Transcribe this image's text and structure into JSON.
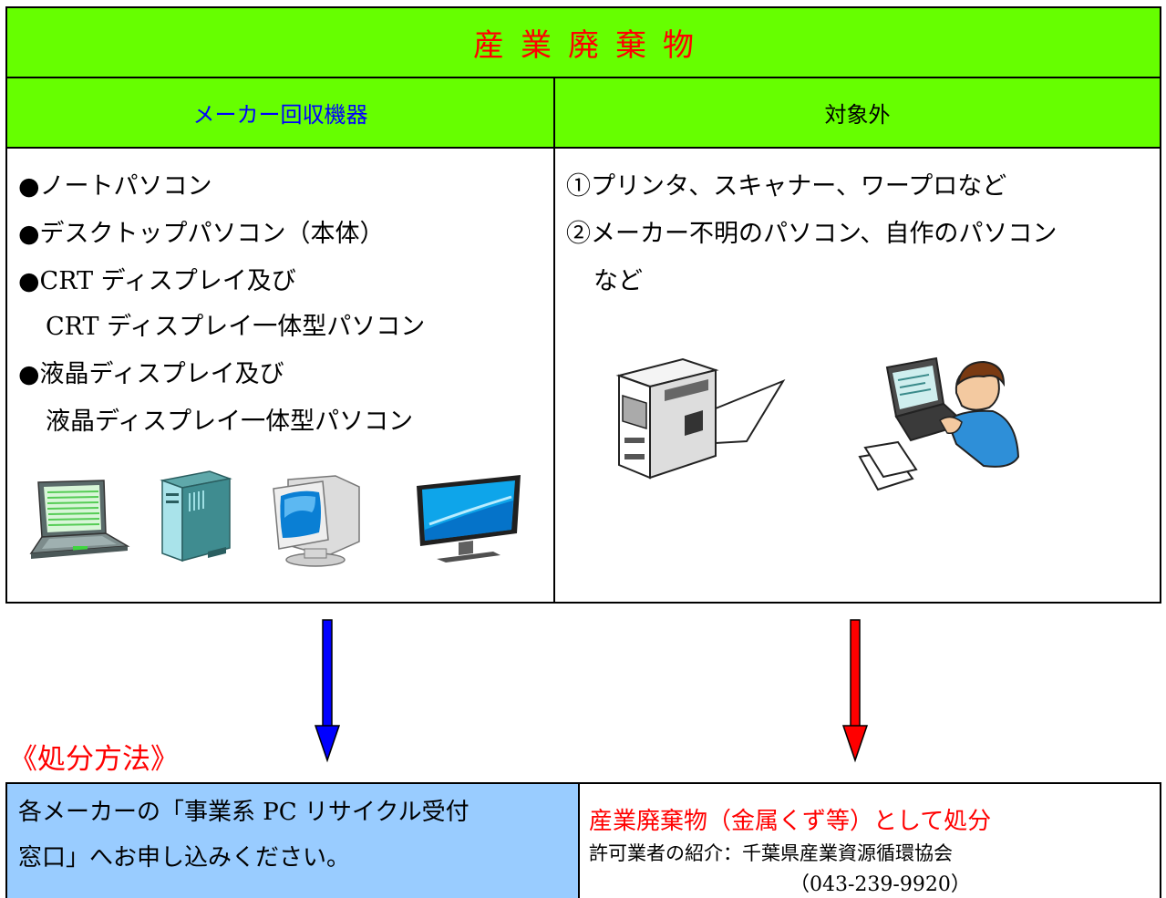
{
  "title": "産業廃棄物",
  "columns": {
    "left_header": "メーカー回収機器",
    "right_header": "対象外"
  },
  "left_items": [
    "●ノートパソコン",
    "●デスクトップパソコン（本体）",
    "●CRT ディスプレイ及び",
    "CRT ディスプレイ一体型パソコン",
    "●液晶ディスプレイ及び",
    "液晶ディスプレイ一体型パソコン"
  ],
  "right_items": [
    "①プリンタ、スキャナー、ワープロなど",
    "②メーカー不明のパソコン、自作のパソコン",
    "など"
  ],
  "icons": [
    "laptop-icon",
    "tower-pc-icon",
    "crt-monitor-icon",
    "lcd-monitor-icon",
    "printer-icon",
    "person-at-computer-icon"
  ],
  "colors": {
    "header_bg": "#66ff00",
    "title_text": "#ff0000",
    "left_header_text": "#0000ff",
    "left_arrow": "#0000ff",
    "right_arrow": "#ff0000",
    "method_box_bg": "#99ccff"
  },
  "method_title": "《処分方法》",
  "method": {
    "left_line1": "各メーカーの「事業系 PC リサイクル受付",
    "left_line2": "窓口」へお申し込みください。",
    "right_main": "産業廃棄物（金属くず等）として処分",
    "right_sub": "許可業者の紹介：千葉県産業資源循環協会",
    "right_phone": "（043-239-9920）"
  }
}
